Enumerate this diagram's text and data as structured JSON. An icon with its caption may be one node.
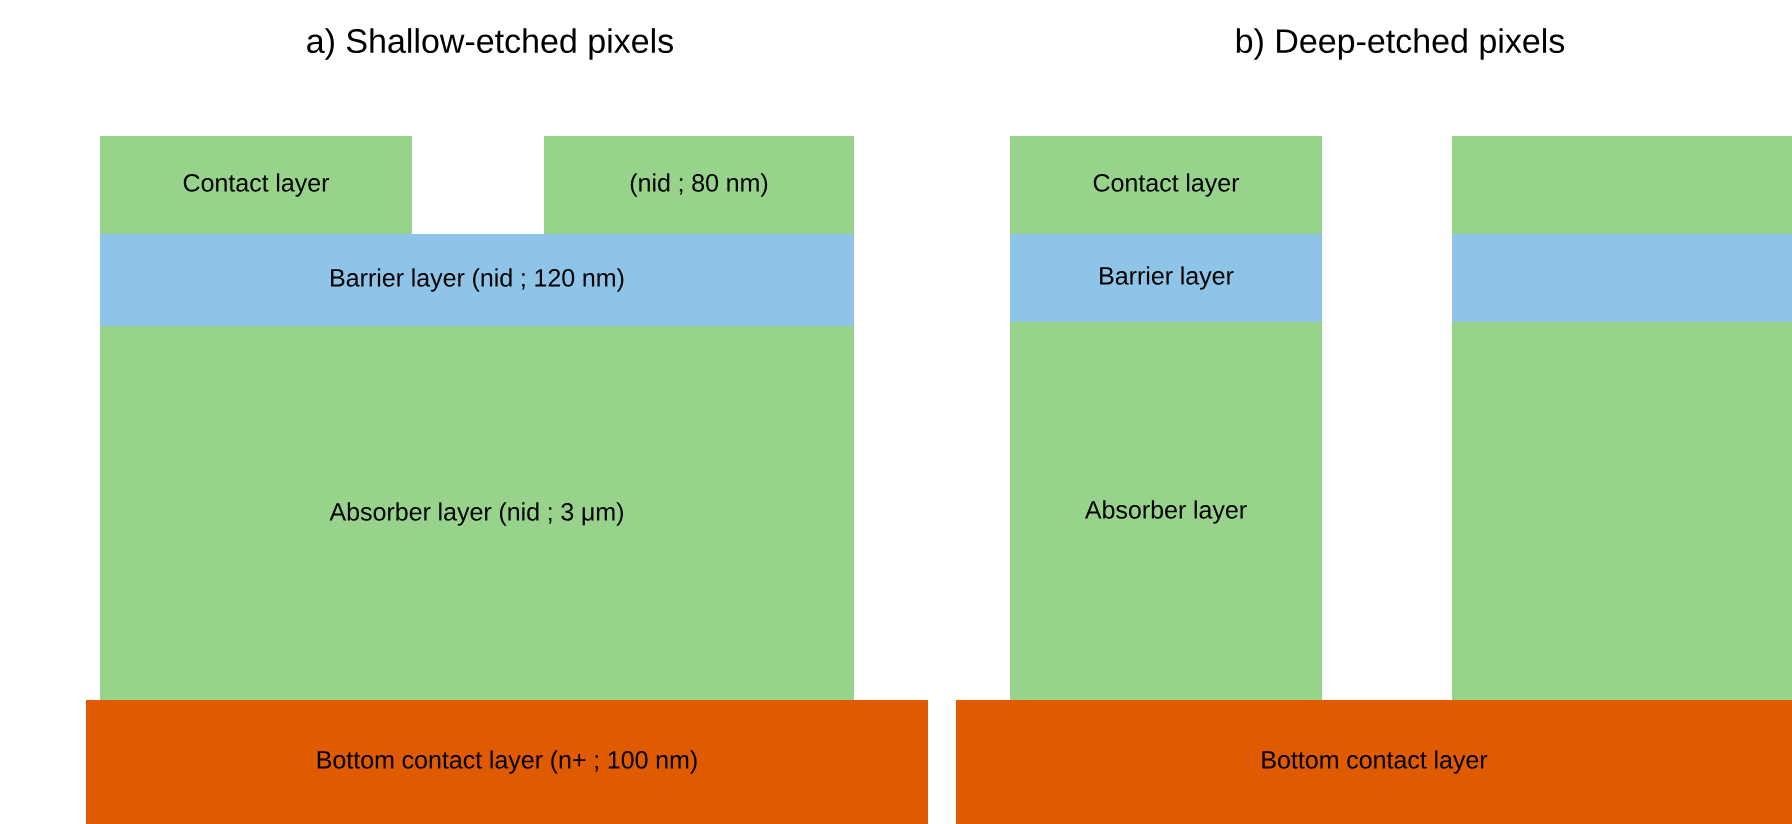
{
  "diagram": {
    "nodes": [
      {
        "text": [
          "Contact layer"
        ]
      },
      {
        "text": [
          "(nid ; 80 nm)"
        ]
      },
      {
        "text": [
          "Barrier layer  (nid ; 120 nm)"
        ]
      },
      {
        "text": [
          "Absorber layer (nid ; 3 μm)"
        ]
      },
      {
        "text": [
          "Bottom contact layer (n+ ; 100 nm)"
        ]
      },
      {
        "text": [
          "Contact layer"
        ]
      },
      {
        "text": [],
        "shape": "box"
      },
      {
        "text": [
          "Barrier layer"
        ]
      },
      {
        "text": [],
        "shape": "box"
      },
      {
        "text": [
          "Absorber layer"
        ]
      },
      {
        "text": [],
        "shape": "box"
      },
      {
        "text": [
          "Bottom contact layer"
        ]
      }
    ],
    "labels": [
      "a) Shallow-etched pixels",
      "b) Deep-etched pixels"
    ]
  }
}
